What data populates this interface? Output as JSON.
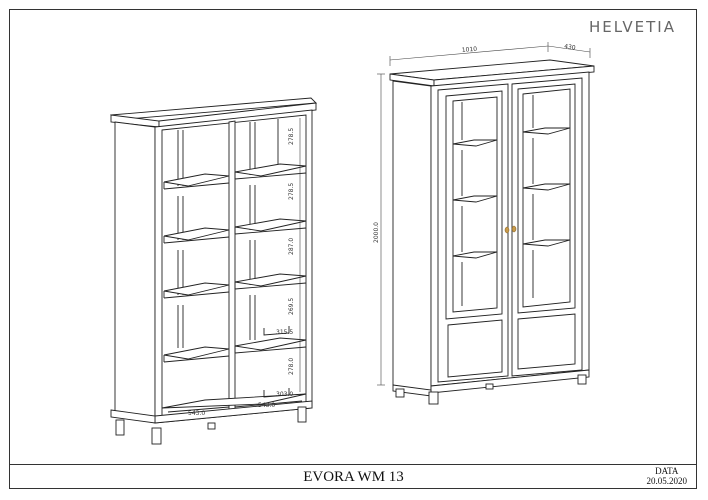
{
  "brand": {
    "name": "HELVETIA"
  },
  "title_block": {
    "product_name": "EVORA WM 13",
    "date_label": "DATA",
    "date_value": "20.05.2020"
  },
  "left_bookcase": {
    "shelf_heights": [
      "278.5",
      "278.5",
      "287.0",
      "269.5",
      "278.0"
    ],
    "inner_depths": [
      "315.5",
      "303.0"
    ],
    "inner_widths": [
      "543.0",
      "543.0"
    ]
  },
  "right_cabinet": {
    "width": "1010",
    "depth": "430",
    "height": "2000.0"
  }
}
